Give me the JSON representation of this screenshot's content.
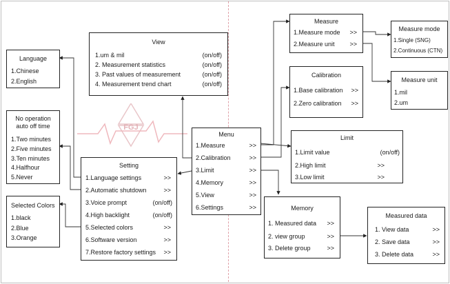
{
  "watermark": {
    "text": "FGJ"
  },
  "language": {
    "title": "Language",
    "items": [
      "1.Chinese",
      "2.English"
    ]
  },
  "auto_off": {
    "title_line1": "No operation",
    "title_line2": "auto off time",
    "items": [
      "1.Two minutes",
      "2.Five minutes",
      "3.Ten minutes",
      "4.Halfhour",
      "5.Never"
    ]
  },
  "selected_colors": {
    "title": "Selected Colors",
    "items": [
      "1.black",
      "2.Blue",
      "3.Orange"
    ]
  },
  "view": {
    "title": "View",
    "rows": [
      {
        "label": "1.um & mil",
        "value": "(on/off)"
      },
      {
        "label": "2. Measurement statistics",
        "value": "(on/off)"
      },
      {
        "label": "3. Past values of measurement",
        "value": "(on/off)"
      },
      {
        "label": "4. Measurement trend chart",
        "value": "(on/off)"
      }
    ]
  },
  "setting": {
    "title": "Setting",
    "rows": [
      {
        "label": "1.Language settings",
        "value": ">>"
      },
      {
        "label": "2.Automatic shutdown",
        "value": ">>"
      },
      {
        "label": "3.Voice prompt",
        "value": "(on/off)"
      },
      {
        "label": "4.High backlight",
        "value": "(on/off)"
      },
      {
        "label": "5.Selected colors",
        "value": ">>"
      },
      {
        "label": "6.Software version",
        "value": ">>"
      },
      {
        "label": "7.Restore factory settings",
        "value": ">>"
      }
    ]
  },
  "menu": {
    "title": "Menu",
    "rows": [
      {
        "label": "1.Measure",
        "value": ">>"
      },
      {
        "label": "2.Calibration",
        "value": ">>"
      },
      {
        "label": "3.Limit",
        "value": ">>"
      },
      {
        "label": "4.Memory",
        "value": ">>"
      },
      {
        "label": "5.View",
        "value": ">>"
      },
      {
        "label": "6.Settings",
        "value": ">>"
      }
    ]
  },
  "measure": {
    "title": "Measure",
    "rows": [
      {
        "label": "1.Measure mode",
        "value": ">>"
      },
      {
        "label": "2.Measure unit",
        "value": ">>"
      }
    ]
  },
  "measure_mode": {
    "title": "Measure mode",
    "items": [
      "1.Single (SNG)",
      "2.Continuous (CTN)"
    ]
  },
  "measure_unit": {
    "title": "Measure unit",
    "items": [
      "1.mil",
      "2.um"
    ]
  },
  "calibration": {
    "title": "Calibration",
    "rows": [
      {
        "label": "1.Base calibration",
        "value": ">>"
      },
      {
        "label": "2.Zero calibration",
        "value": ">>"
      }
    ]
  },
  "limit": {
    "title": "Limit",
    "rows": [
      {
        "label": "1.Limit value",
        "value": "(on/off)"
      },
      {
        "label": "2.High limit",
        "value": ">>"
      },
      {
        "label": "3.Low limit",
        "value": ">>"
      }
    ]
  },
  "memory": {
    "title": "Memory",
    "rows": [
      {
        "label": "1. Measured data",
        "value": ">>"
      },
      {
        "label": "2. view group",
        "value": ">>"
      },
      {
        "label": "3. Delete group",
        "value": ">>"
      }
    ]
  },
  "measured_data": {
    "title": "Measured data",
    "rows": [
      {
        "label": "1. View data",
        "value": ">>"
      },
      {
        "label": "2. Save data",
        "value": ">>"
      },
      {
        "label": "3. Delete data",
        "value": ">>"
      }
    ]
  }
}
